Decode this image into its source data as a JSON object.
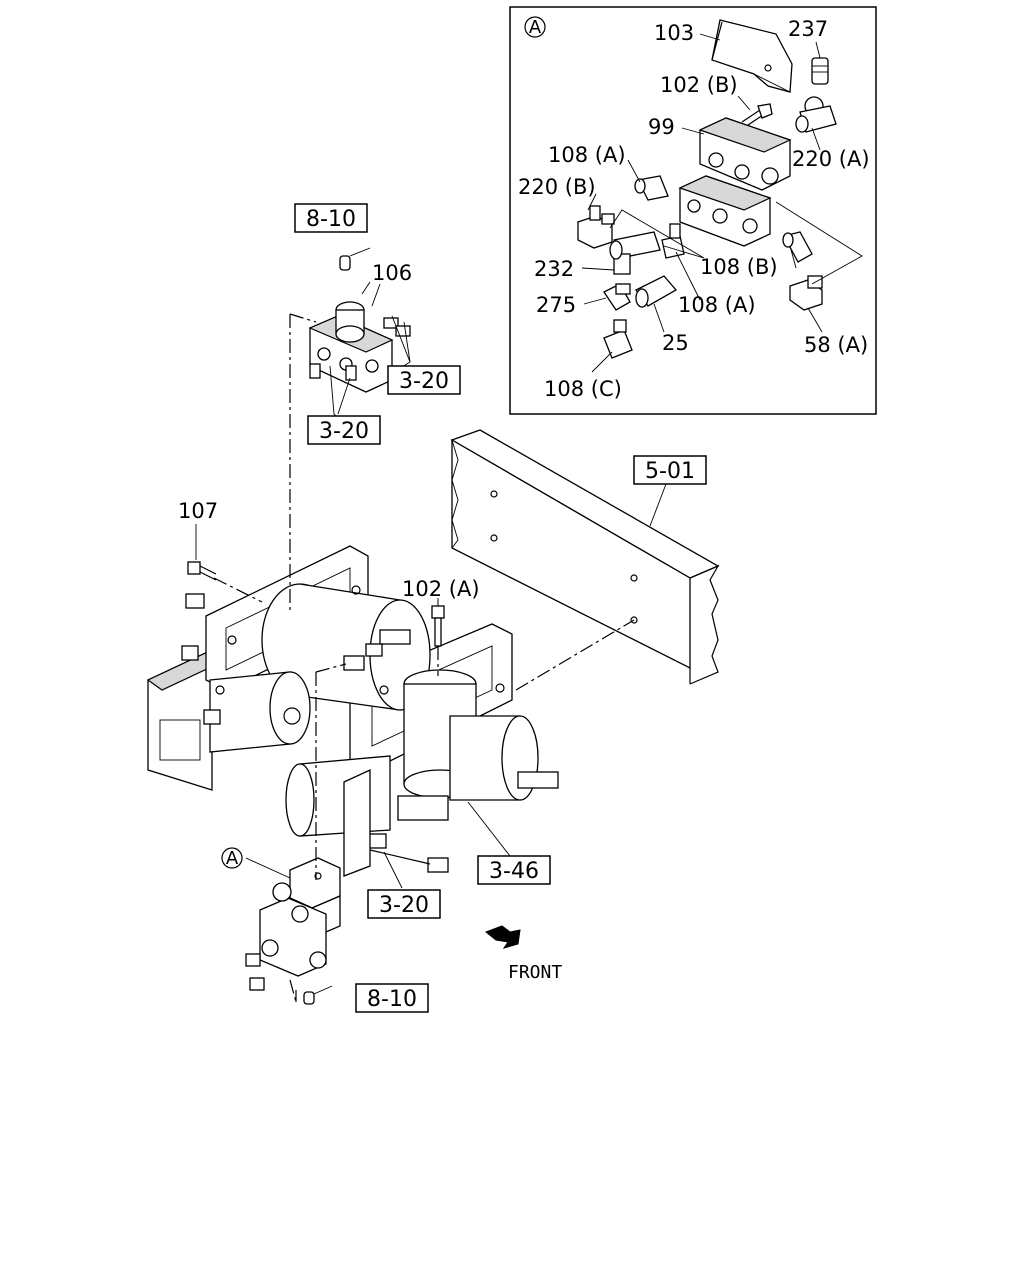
{
  "detail": {
    "marker": "A",
    "labels": {
      "p103": "103",
      "p237": "237",
      "p102b": "102 (B)",
      "p99": "99",
      "p220a": "220 (A)",
      "p108a_1": "108 (A)",
      "p220b": "220 (B)",
      "p232": "232",
      "p108b": "108 (B)",
      "p275": "275",
      "p108a_2": "108 (A)",
      "p25": "25",
      "p58a": "58 (A)",
      "p108c": "108 (C)"
    }
  },
  "main": {
    "labels": {
      "p106": "106",
      "p107": "107",
      "p102a": "102 (A)",
      "markerA": "A"
    },
    "refs": {
      "r810_top": "8-10",
      "r320_a": "3-20",
      "r320_b": "3-20",
      "r501": "5-01",
      "r346": "3-46",
      "r320_c": "3-20",
      "r810_bottom": "8-10"
    },
    "front_label": "FRONT"
  }
}
